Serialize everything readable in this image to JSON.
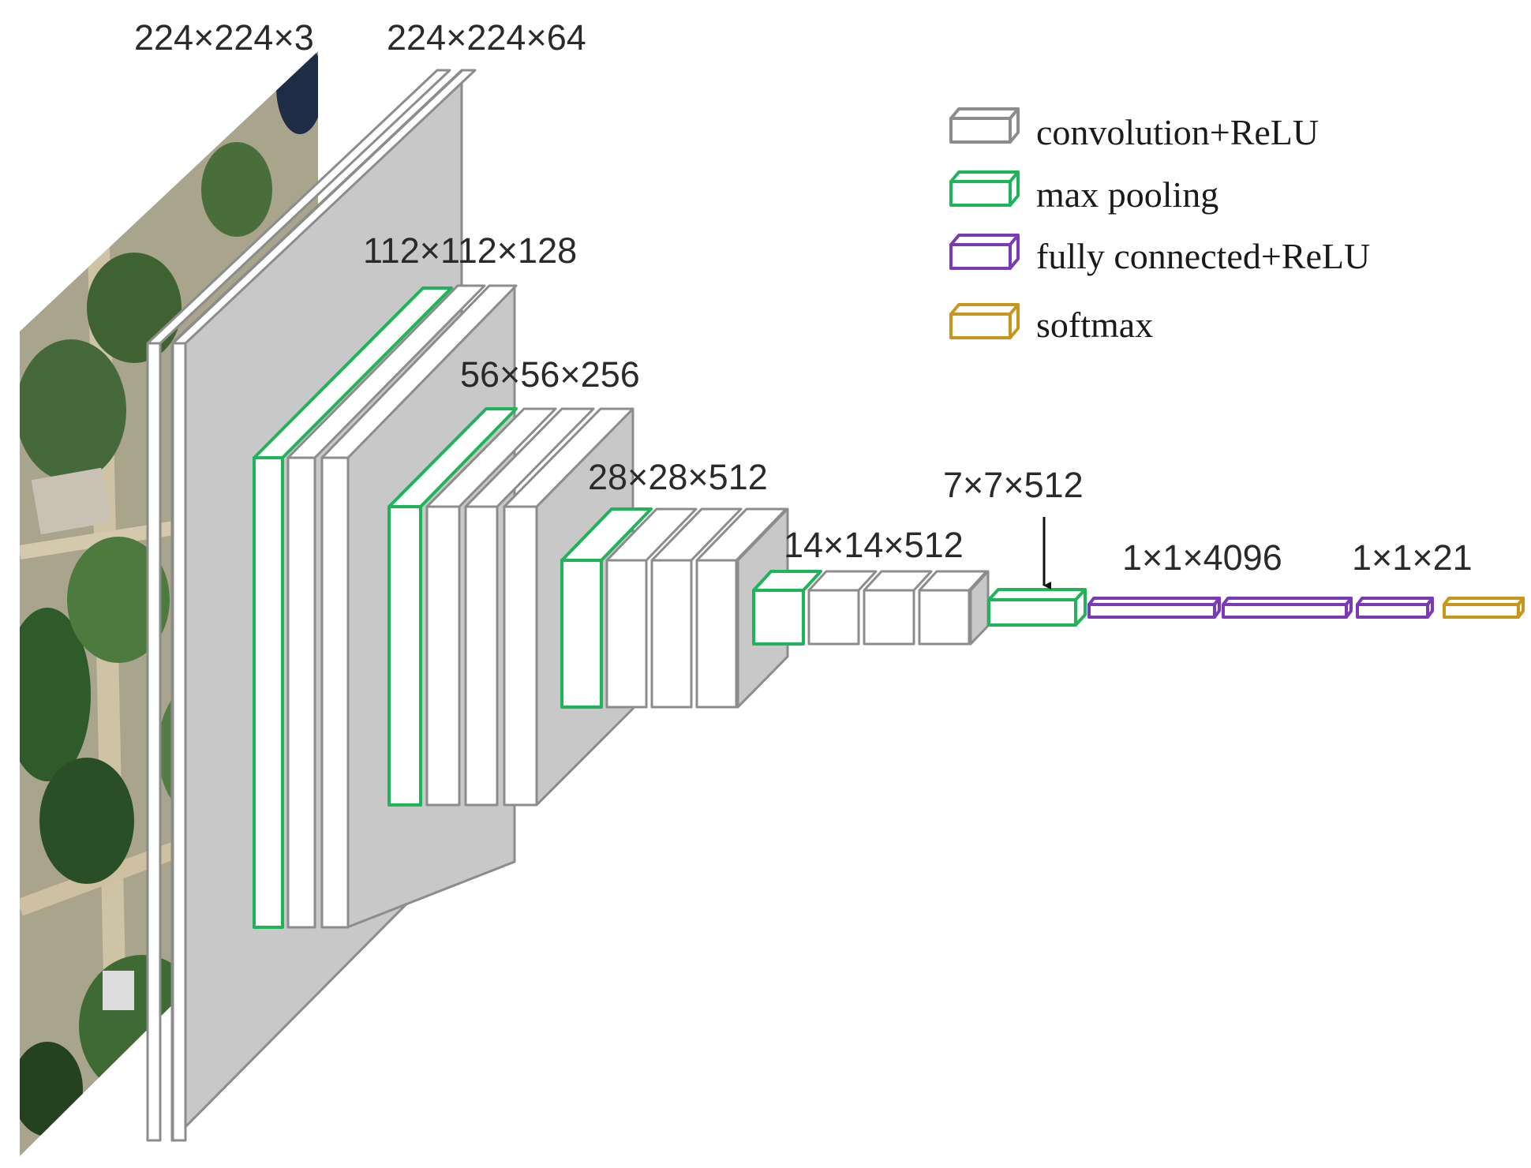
{
  "labels": {
    "input": "224×224×3",
    "block1": "224×224×64",
    "block2": "112×112×128",
    "block3": "56×56×256",
    "block4": "28×28×512",
    "block5": "14×14×512",
    "pool5": "7×7×512",
    "fc": "1×1×4096",
    "out": "1×1×21"
  },
  "legend": {
    "conv": "convolution+ReLU",
    "pool": "max pooling",
    "fc": "fully connected+ReLU",
    "softmax": "softmax"
  },
  "colors": {
    "conv": "#8c8c8c",
    "pool": "#1fb35a",
    "fc": "#7a3ab8",
    "softmax": "#c8961c"
  },
  "icons": {
    "input": "aerial-image-icon"
  }
}
